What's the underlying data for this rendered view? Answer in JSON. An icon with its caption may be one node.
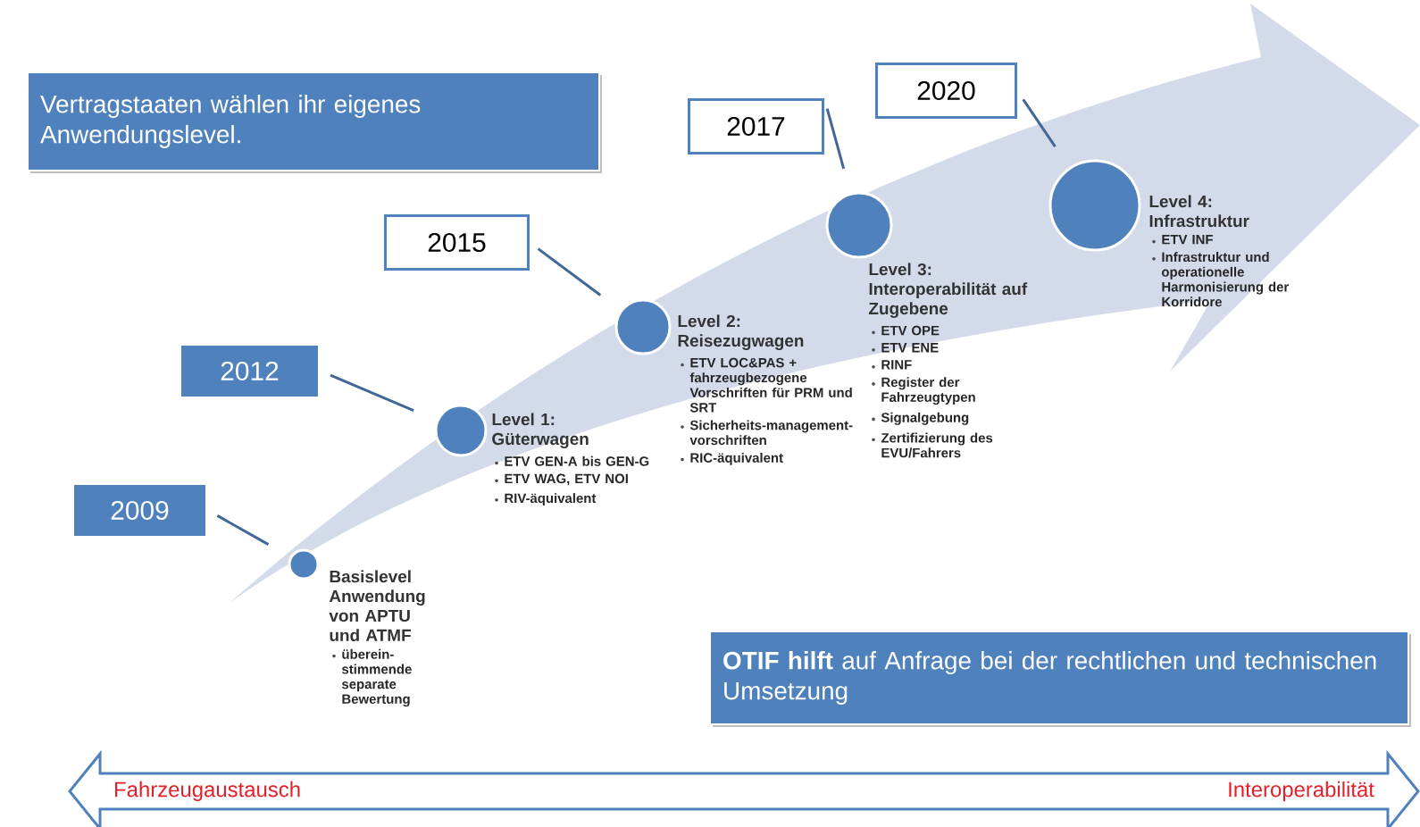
{
  "diagram": {
    "nodes": [
      {
        "text": [
          "Vertragstaaten wählen ihr eigenes Anwendungslevel."
        ]
      },
      {
        "text": [
          "2009"
        ]
      },
      {
        "text": [
          "2012"
        ]
      },
      {
        "text": [
          "2015"
        ]
      },
      {
        "text": [
          "2017"
        ]
      },
      {
        "text": [
          "2020"
        ]
      },
      {
        "text": [],
        "shape": "circle",
        "beside": [
          "Basislevel Anwendung von APTU und ATMF",
          "überein-stimmende separate Bewertung"
        ]
      },
      {
        "text": [],
        "shape": "circle",
        "beside": [
          "Level 1: Güterwagen",
          "ETV GEN-A bis GEN-G",
          "ETV WAG, ETV NOI",
          "RIV-äquivalent"
        ]
      },
      {
        "text": [],
        "shape": "circle",
        "beside": [
          "Level 2: Reisezugwagen",
          "ETV LOC&PAS + fahrzeugbezogene Vorschriften für PRM und SRT",
          "Sicherheits-management-vorschriften",
          "RIC-äquivalent"
        ]
      },
      {
        "text": [],
        "shape": "circle",
        "beside": [
          "Level 3: Interoperabilität auf Zugebene",
          "ETV OPE",
          "ETV ENE",
          "RINF",
          "Register der Fahrzeugtypen",
          "Signalgebung",
          "Zertifizierung des EVU/Fahrers"
        ]
      },
      {
        "text": [],
        "shape": "circle",
        "beside": [
          "Level 4: Infrastruktur",
          "ETV INF",
          "Infrastruktur und operationelle Harmonisierung der Korridore"
        ]
      },
      {
        "text": [
          "**OTIF hilft** auf Anfrage bei der rechtlichen und technischen Umsetzung"
        ]
      },
      {
        "text": [
          "Fahrzeugaustausch",
          "Interoperabilität"
        ]
      }
    ],
    "edges": [
      {
        "from": 1,
        "to": 6,
        "arrow": "none"
      },
      {
        "from": 2,
        "to": 7,
        "arrow": "none"
      },
      {
        "from": 3,
        "to": 8,
        "arrow": "none"
      },
      {
        "from": 4,
        "to": 9,
        "arrow": "none"
      },
      {
        "from": 5,
        "to": 10,
        "arrow": "none"
      }
    ]
  }
}
